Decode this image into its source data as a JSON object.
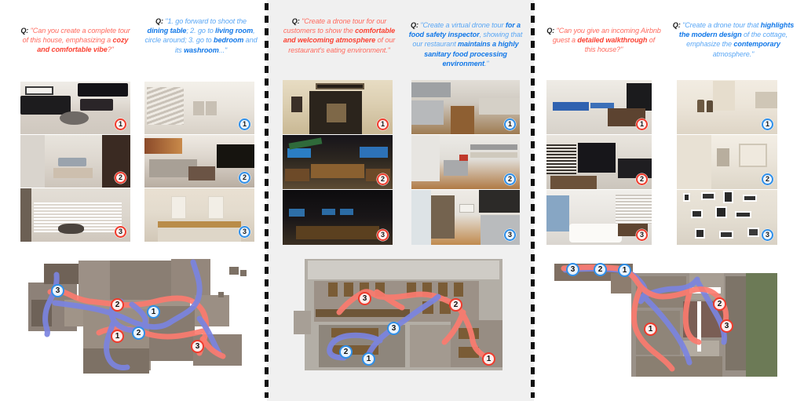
{
  "figure": {
    "background": "#ffffff",
    "panel_background": "#f0f0f0",
    "accent_red": "#ef3b2c",
    "accent_blue": "#2f8fe8",
    "divider_color": "#101010"
  },
  "columns": [
    {
      "id": "col-house-cozy",
      "theme": "red",
      "q_label": "Q:",
      "question_html": "\"Can you create a complete tour of this house, emphasizing a <b>cozy and comfortable vibe</b>?\"",
      "thumbnails": [
        {
          "badge": "1",
          "caption": "living-room-with-fireplace-and-tv"
        },
        {
          "badge": "2",
          "caption": "hallway-view-into-bedroom"
        },
        {
          "badge": "3",
          "caption": "breakfast-nook-with-plantation-shutters"
        }
      ]
    },
    {
      "id": "col-house-waypoints",
      "theme": "blue",
      "q_label": "Q:",
      "question_html": "\"1. go forward to shoot the <b>dining table</b>; 2. go to <b>living room</b>, circle around; 3. go to <b>bedroom</b> and its <b>washroom</b>...\"",
      "thumbnails": [
        {
          "badge": "1",
          "caption": "staircase-and-dining-table"
        },
        {
          "badge": "2",
          "caption": "living-room-with-sofa-and-art"
        },
        {
          "badge": "3",
          "caption": "bathroom-double-vanity"
        }
      ]
    },
    {
      "id": "col-restaurant-welcoming",
      "theme": "red",
      "q_label": "Q:",
      "question_html": "\"Create a drone tour for our customers to show the <b>comfortable and welcoming atmosphere</b> of our restaurant's eating environment.\"",
      "thumbnails": [
        {
          "badge": "1",
          "caption": "restaurant-entrance-corridor"
        },
        {
          "badge": "2",
          "caption": "restaurant-dining-hall-booths"
        },
        {
          "badge": "3",
          "caption": "restaurant-bar-with-tv-screens"
        }
      ]
    },
    {
      "id": "col-restaurant-sanitary",
      "theme": "blue",
      "q_label": "Q:",
      "question_html": "\"Create a virtual drone tour <b>for a food safety inspector</b>, showing that our restaurant <b>maintains a highly sanitary food processing environment</b>.\"",
      "thumbnails": [
        {
          "badge": "1",
          "caption": "commercial-kitchen-line"
        },
        {
          "badge": "2",
          "caption": "kitchen-prep-area-with-shelving"
        },
        {
          "badge": "3",
          "caption": "kitchen-doorway-and-sink"
        }
      ]
    },
    {
      "id": "col-airbnb-walkthrough",
      "theme": "red",
      "q_label": "Q:",
      "question_html": "\"Can you give an incoming Airbnb guest a <b>detailed walkthrough</b> of this house?\"",
      "thumbnails": [
        {
          "badge": "1",
          "caption": "modern-living-room-with-blue-sofa"
        },
        {
          "badge": "2",
          "caption": "dark-kitchen-island-view"
        },
        {
          "badge": "3",
          "caption": "white-bedroom-with-window-wall"
        }
      ]
    },
    {
      "id": "col-cottage-modern",
      "theme": "blue",
      "q_label": "Q:",
      "question_html": "\"Create a drone tour that <b>highlights the modern design</b> of the cottage, emphasize the <b>contemporary</b> atmosphere.\"",
      "thumbnails": [
        {
          "badge": "1",
          "caption": "cottage-entry-with-sculptures"
        },
        {
          "badge": "2",
          "caption": "cottage-hallway-with-painting"
        },
        {
          "badge": "3",
          "caption": "gallery-wall-of-framed-photos"
        }
      ]
    }
  ],
  "floorplans": [
    {
      "id": "floorplan-house",
      "caption": "residential-house-3d-floorplan-top-down",
      "waypoints": [
        {
          "label": "3",
          "theme": "blue"
        },
        {
          "label": "2",
          "theme": "red"
        },
        {
          "label": "1",
          "theme": "blue"
        },
        {
          "label": "1",
          "theme": "red"
        },
        {
          "label": "2",
          "theme": "blue"
        },
        {
          "label": "3",
          "theme": "red"
        }
      ]
    },
    {
      "id": "floorplan-restaurant",
      "caption": "restaurant-3d-floorplan-top-down",
      "waypoints": [
        {
          "label": "3",
          "theme": "red"
        },
        {
          "label": "2",
          "theme": "red"
        },
        {
          "label": "3",
          "theme": "blue"
        },
        {
          "label": "2",
          "theme": "blue"
        },
        {
          "label": "1",
          "theme": "blue"
        },
        {
          "label": "1",
          "theme": "red"
        }
      ]
    },
    {
      "id": "floorplan-cottage",
      "caption": "cottage-3d-floorplan-top-down",
      "waypoints": [
        {
          "label": "3",
          "theme": "blue"
        },
        {
          "label": "2",
          "theme": "blue"
        },
        {
          "label": "1",
          "theme": "blue"
        },
        {
          "label": "2",
          "theme": "red"
        },
        {
          "label": "3",
          "theme": "red"
        },
        {
          "label": "1",
          "theme": "red"
        }
      ]
    }
  ]
}
